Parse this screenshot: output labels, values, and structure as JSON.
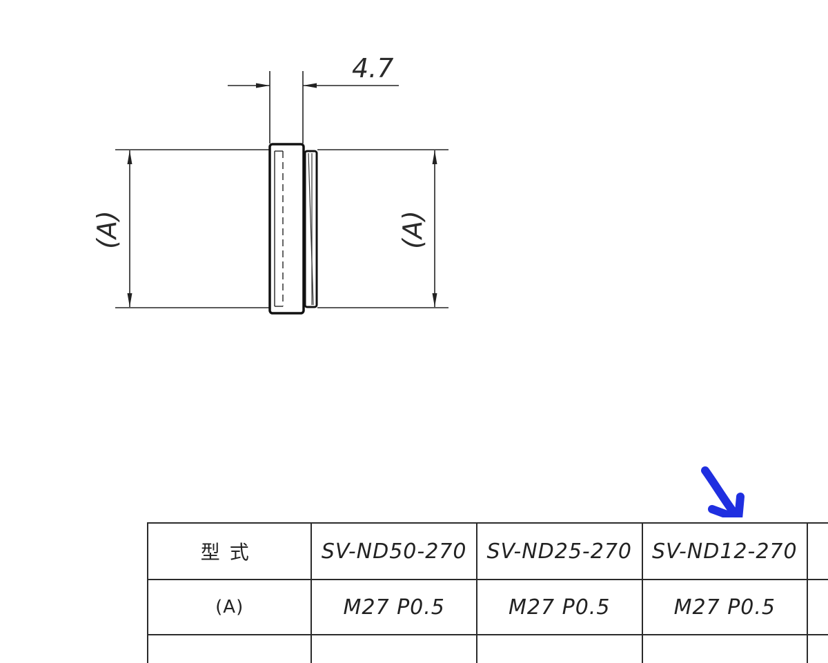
{
  "drawing": {
    "dimension_width": "4.7",
    "dimension_left": "(A)",
    "dimension_right": "(A)"
  },
  "table": {
    "header_label": "型式",
    "models": [
      "SV-ND50-270",
      "SV-ND25-270",
      "SV-ND12-270"
    ],
    "row_label": "(A)",
    "thread_values": [
      "M27 P0.5",
      "M27 P0.5",
      "M27 P0.5"
    ]
  },
  "annotation": {
    "arrow_color": "#1f2fe0"
  }
}
